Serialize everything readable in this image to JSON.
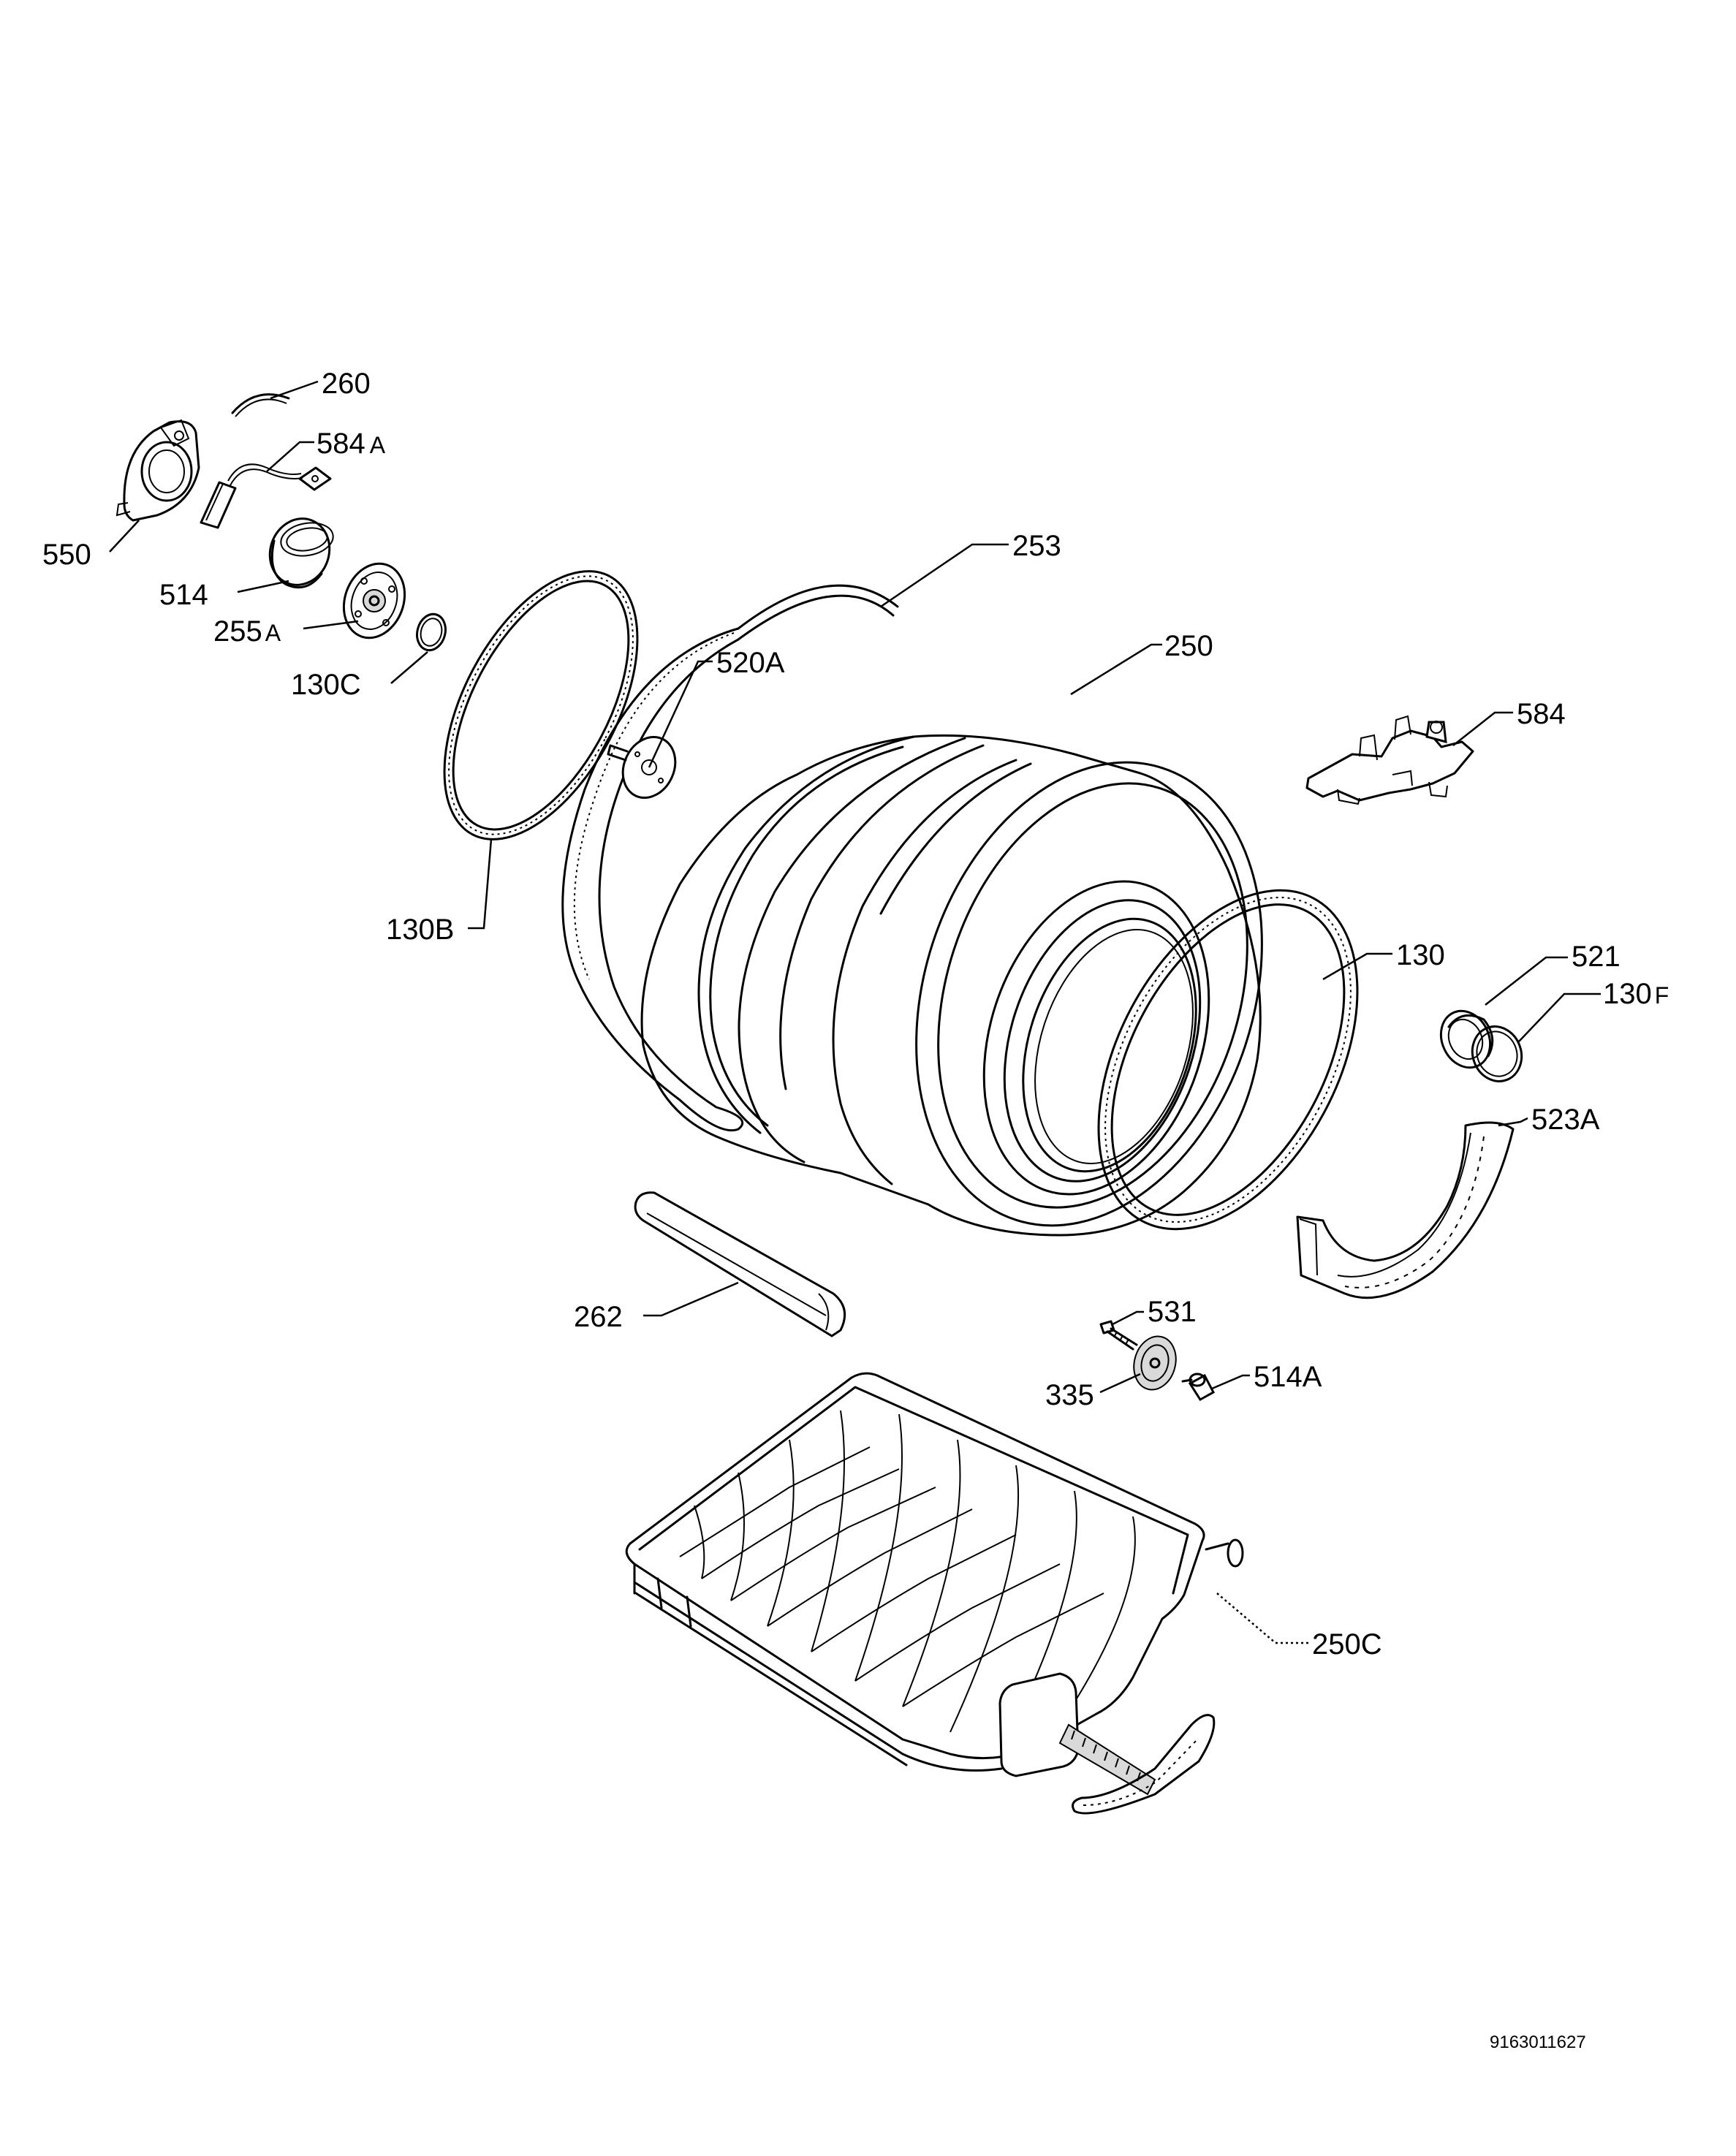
{
  "diagram": {
    "labels": [
      {
        "id": "260",
        "text": "260",
        "suffix": ""
      },
      {
        "id": "584A",
        "text": "584",
        "suffix": "A"
      },
      {
        "id": "550",
        "text": "550",
        "suffix": ""
      },
      {
        "id": "514",
        "text": "514",
        "suffix": ""
      },
      {
        "id": "255A",
        "text": "255",
        "suffix": "A"
      },
      {
        "id": "130C",
        "text": "130C",
        "suffix": ""
      },
      {
        "id": "253",
        "text": "253",
        "suffix": ""
      },
      {
        "id": "520A",
        "text": "520A",
        "suffix": ""
      },
      {
        "id": "250",
        "text": "250",
        "suffix": ""
      },
      {
        "id": "584",
        "text": "584",
        "suffix": ""
      },
      {
        "id": "130B",
        "text": "130B",
        "suffix": ""
      },
      {
        "id": "130",
        "text": "130",
        "suffix": ""
      },
      {
        "id": "521",
        "text": "521",
        "suffix": ""
      },
      {
        "id": "130F",
        "text": "130",
        "suffix": "F"
      },
      {
        "id": "523A",
        "text": "523A",
        "suffix": ""
      },
      {
        "id": "262",
        "text": "262",
        "suffix": ""
      },
      {
        "id": "531",
        "text": "531",
        "suffix": ""
      },
      {
        "id": "335",
        "text": "335",
        "suffix": ""
      },
      {
        "id": "514A",
        "text": "514A",
        "suffix": ""
      },
      {
        "id": "250C",
        "text": "250C",
        "suffix": ""
      }
    ],
    "document_id": "9163011627"
  }
}
